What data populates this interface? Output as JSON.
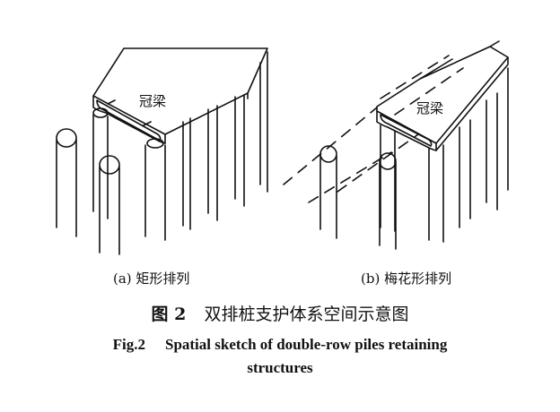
{
  "panel_a": {
    "beam_label": "冠梁",
    "caption": "(a)  矩形排列"
  },
  "panel_b": {
    "beam_label": "冠梁",
    "caption": "(b)  梅花形排列"
  },
  "caption_cn": {
    "number": "图 2",
    "text": "双排桩支护体系空间示意图"
  },
  "caption_en": {
    "number": "Fig.2",
    "line1": "Spatial sketch of double-row piles retaining",
    "line2": "structures"
  }
}
